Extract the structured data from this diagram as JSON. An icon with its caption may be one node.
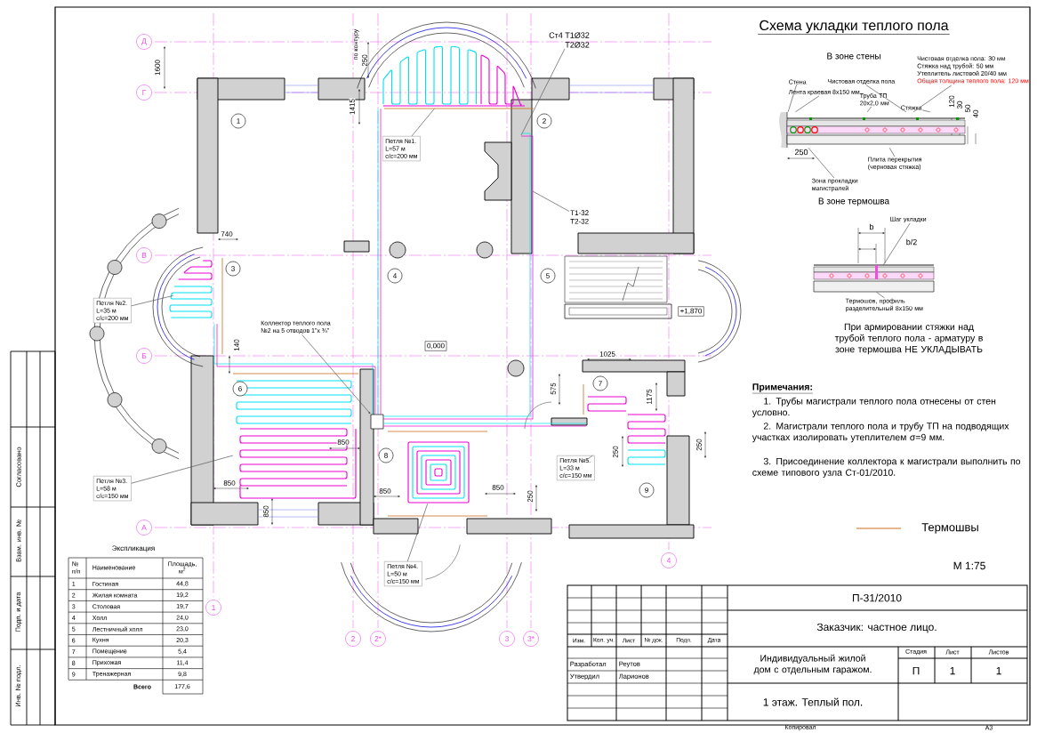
{
  "diagram": {
    "title": "Схема укладки теплого пола",
    "nodes": [
      {
        "text": [
          "Петля №1.",
          "L=57 м",
          "с/с=200 мм"
        ]
      },
      {
        "text": [
          "Петля №2.",
          "L=35 м",
          "с/с=200 мм"
        ]
      },
      {
        "text": [
          "Петля №3.",
          "L=58 м",
          "с/с=150 мм"
        ]
      },
      {
        "text": [
          "Петля №4.",
          "L=50 м",
          "с/с=150 мм"
        ]
      },
      {
        "text": [
          "Петля №5.",
          "L=33 м",
          "с/с=150 мм"
        ]
      },
      {
        "text": [
          "Коллектор теплого пола",
          "№2 на 5 отводов 1\"х ¾\""
        ]
      },
      {
        "text": [
          "Ст4 Т1Ø32",
          "Т2Ø32"
        ]
      },
      {
        "text": [
          "Т1-32",
          "Т2-32"
        ]
      },
      {
        "text": [
          "1"
        ]
      },
      {
        "text": [
          "2"
        ]
      },
      {
        "text": [
          "3"
        ]
      },
      {
        "text": [
          "4"
        ]
      },
      {
        "text": [
          "5"
        ]
      },
      {
        "text": [
          "6"
        ]
      },
      {
        "text": [
          "7"
        ]
      },
      {
        "text": [
          "8"
        ]
      },
      {
        "text": [
          "9"
        ]
      },
      {
        "text": [
          "Д"
        ]
      },
      {
        "text": [
          "Г"
        ]
      },
      {
        "text": [
          "В"
        ]
      },
      {
        "text": [
          "Б"
        ]
      },
      {
        "text": [
          "А"
        ]
      },
      {
        "text": [
          "1"
        ]
      },
      {
        "text": [
          "2"
        ]
      },
      {
        "text": [
          "2*"
        ]
      },
      {
        "text": [
          "3"
        ]
      },
      {
        "text": [
          "3*"
        ]
      },
      {
        "text": [
          "4"
        ]
      },
      {
        "text": [
          "+1,870"
        ]
      },
      {
        "text": [
          "0,000"
        ]
      },
      {
        "text": [
          "Стена"
        ]
      },
      {
        "text": [
          "Лента краевая 8х150 мм"
        ]
      },
      {
        "text": [
          "Труба ТП 20х2,0 мм"
        ]
      },
      {
        "text": [
          "Чистовая отделка пола"
        ]
      },
      {
        "text": [
          "Стяжка"
        ]
      },
      {
        "text": [
          "Плита перекрытия (черновая стяжка)"
        ]
      },
      {
        "text": [
          "Зона прокладки магистралей"
        ]
      },
      {
        "text": [
          "Шаг укладки"
        ]
      },
      {
        "text": [
          "Термошов, профиль разделительный 8х150 мм"
        ]
      },
      {
        "text": [],
        "shape": "picture"
      },
      {
        "text": [],
        "shape": "picture"
      },
      {
        "text": [],
        "shape": "box"
      },
      {
        "text": [],
        "shape": "picture"
      },
      {
        "text": [],
        "shape": "picture"
      },
      {
        "text": [],
        "shape": "picture"
      },
      {
        "text": [],
        "shape": "picture"
      },
      {
        "text": [],
        "shape": "picture"
      },
      {
        "text": [
          "Чистовая отделка пола: 30 мм",
          "Стяжка над трубой: 50 мм",
          "Утеплитель листовой 20/40 мм",
          "Общая толщина теплого пола: 120 мм"
        ]
      }
    ],
    "edges": [
      {
        "from": 0,
        "to": 43,
        "arrow": "none"
      },
      {
        "from": 1,
        "to": 39,
        "arrow": "none"
      },
      {
        "from": 2,
        "to": 40,
        "arrow": "none"
      },
      {
        "from": 3,
        "to": 42,
        "arrow": "none"
      },
      {
        "from": 4,
        "to": 44,
        "arrow": "none"
      },
      {
        "from": 5,
        "to": 41,
        "arrow": "to"
      },
      {
        "from": 6,
        "to": null,
        "arrow": "none"
      },
      {
        "from": 7,
        "to": null,
        "arrow": "none"
      },
      {
        "from": 30,
        "to": 45,
        "arrow": "none"
      },
      {
        "from": 31,
        "to": 45,
        "arrow": "none"
      },
      {
        "from": 32,
        "to": 45,
        "arrow": "none"
      },
      {
        "from": 33,
        "to": 45,
        "arrow": "none"
      },
      {
        "from": 34,
        "to": 45,
        "arrow": "none"
      },
      {
        "from": 35,
        "to": 45,
        "arrow": "none"
      },
      {
        "from": 36,
        "to": 45,
        "arrow": "none"
      },
      {
        "from": 37,
        "to": 46,
        "arrow": "none"
      },
      {
        "from": 38,
        "to": 46,
        "arrow": "none"
      },
      {
        "from": 47,
        "to": 45,
        "arrow": "none"
      },
      {
        "from": 41,
        "to": 43,
        "arrow": "none",
        "color": "#00e1f0"
      },
      {
        "from": 41,
        "to": 43,
        "arrow": "none",
        "color": "#eb00d2"
      },
      {
        "from": 41,
        "to": null,
        "arrow": "none",
        "color": "#00e1f0"
      },
      {
        "from": 41,
        "to": null,
        "arrow": "none",
        "color": "#eb00d2"
      },
      {
        "from": 41,
        "to": 44,
        "arrow": "none",
        "color": "#00e1f0"
      },
      {
        "from": 41,
        "to": 44,
        "arrow": "none",
        "color": "#eb00d2"
      },
      {
        "from": 41,
        "to": 39,
        "arrow": "none",
        "color": "#00e1f0"
      },
      {
        "from": 41,
        "to": 39,
        "arrow": "none",
        "color": "#eb00d2"
      }
    ],
    "labels": [
      "В зоне стены",
      "120",
      "30",
      "50",
      "40",
      "250",
      "В зоне термошва",
      "b",
      "b/2",
      "При армировании стяжки над трубой теплого пола - арматуру в зоне термошва НЕ УКЛАДЫВАТЬ",
      "Примечания:",
      "1. Трубы магистрали теплого пола отнесены от стен условно.",
      "2. Магистрали теплого пола и трубу ТП на подводящих участках изолировать утеплителем σ=9 мм.",
      "3. Присоединение коллектора к магистрали выполнить по схеме типового узла Ст-01/2010.",
      "М 1:75",
      "Экспликация",
      "№ п/п",
      "Наименование",
      "Площадь, м$^{2}$",
      "1",
      "Гостиная",
      "44,8",
      "2",
      "Жилая комната",
      "19,2",
      "3",
      "Столовая",
      "19,7",
      "4",
      "Холл",
      "24,0",
      "5",
      "Лестничный холл",
      "23,0",
      "6",
      "Кухня",
      "20,3",
      "7",
      "Помещение",
      "5,4",
      "8",
      "Прихожая",
      "11,4",
      "9",
      "Тренажерная",
      "9,8",
      "Всего",
      "177,6",
      "Изм.",
      "Кол. уч.",
      "Лист",
      "№ док.",
      "Подп.",
      "Дата",
      "Разработал",
      "Реутов",
      "Утвердил",
      "Ларионов",
      "П-31/2010",
      "Заказчик: частное лицо.",
      "Индивидуальный жилой дом с отдельным гаражом.",
      "Стадия",
      "Лист",
      "Листов",
      "П",
      "1",
      "1",
      "1 этаж. Теплый пол.",
      "Копировал",
      "А3",
      "Согласовано",
      "Взам. инв. №",
      "Подп. и дата",
      "Инв. № подл.",
      "1600",
      "по контуру",
      "250",
      "1415",
      "740",
      "140",
      "850",
      "850",
      "850",
      "850",
      "850",
      "1025",
      "575",
      "1175",
      "250",
      "250",
      "250"
    ],
    "legend": [
      {
        "text": "Термошвы"
      }
    ]
  }
}
